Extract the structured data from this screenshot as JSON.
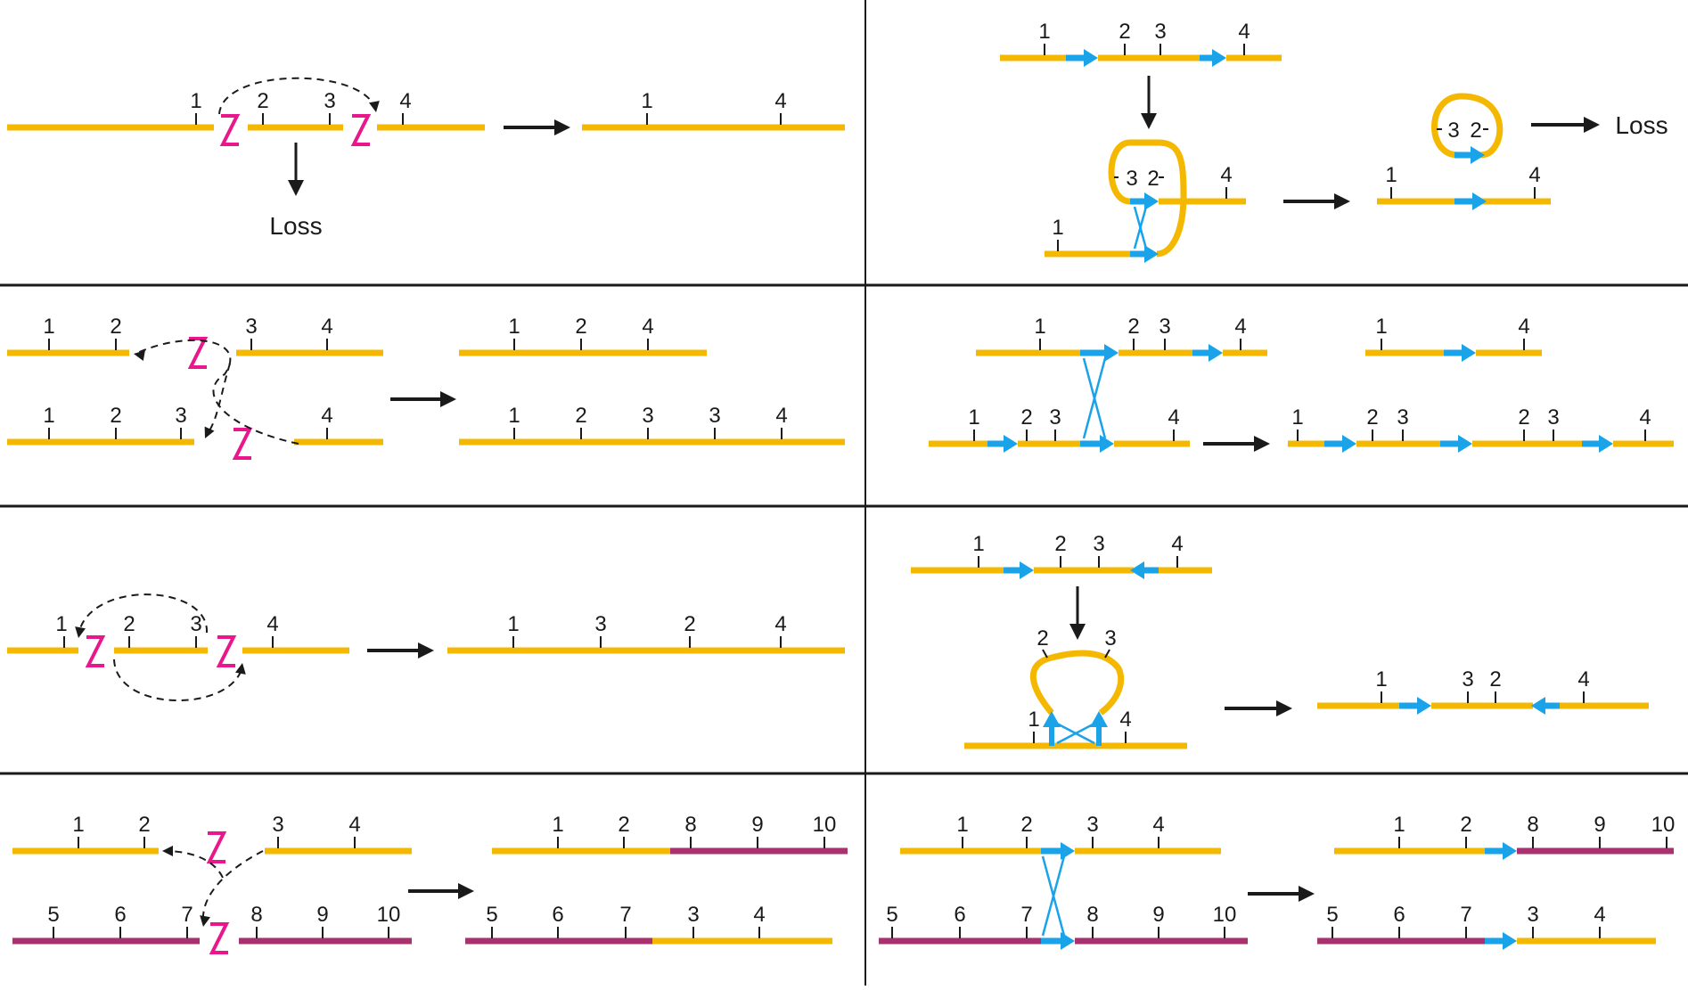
{
  "text": {
    "loss": "Loss",
    "n1": "1",
    "n2": "2",
    "n3": "3",
    "n4": "4",
    "n5": "5",
    "n6": "6",
    "n7": "7",
    "n8": "8",
    "n9": "9",
    "n10": "10"
  },
  "colors": {
    "chromosome": "#f5b800",
    "chromosome_alt": "#a8326e",
    "repeat_arrow": "#1aa3e8",
    "break": "#e8188c",
    "arrow": "#1a1a1a",
    "divider": "#1a1a1a"
  }
}
